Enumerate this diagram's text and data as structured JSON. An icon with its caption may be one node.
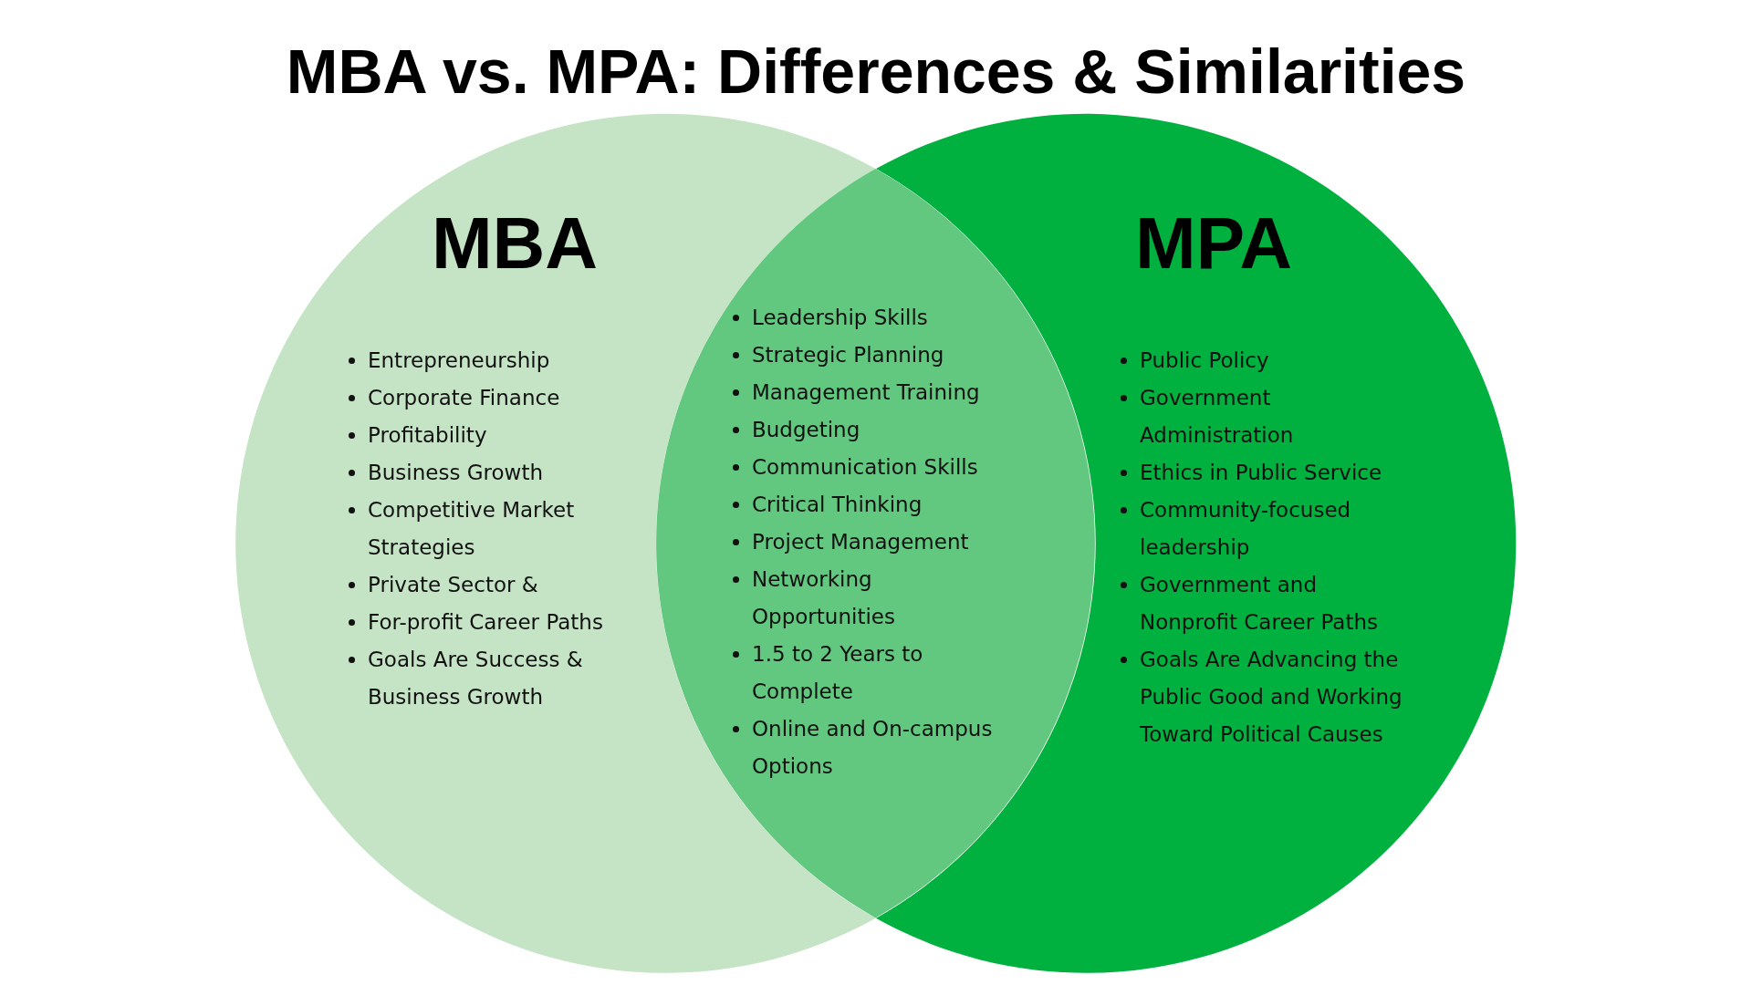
{
  "diagram": {
    "title": "MBA vs. MPA: Differences & Similarities",
    "nodes": [
      {
        "text": [
          "MBA",
          "Entrepreneurship",
          "Corporate Finance",
          "Profitability",
          "Business Growth",
          "Competitive Market Strategies",
          "Private Sector &",
          "For-profit Career Paths",
          "Goals Are Success & Business Growth"
        ]
      },
      {
        "text": [
          "MPA",
          "Public Policy",
          "Government Administration",
          "Ethics in Public Service",
          "Community-focused leadership",
          "Government and Nonprofit Career Paths",
          "Goals Are Advancing the Public Good and Working Toward Political Causes"
        ]
      },
      {
        "text": [
          "Leadership Skills",
          "Strategic Planning",
          "Management Training",
          "Budgeting",
          "Communication Skills",
          "Critical Thinking",
          "Project Management",
          "Networking Opportunities",
          "1.5 to 2 Years to Complete",
          "Online and On-campus Options"
        ]
      }
    ]
  }
}
